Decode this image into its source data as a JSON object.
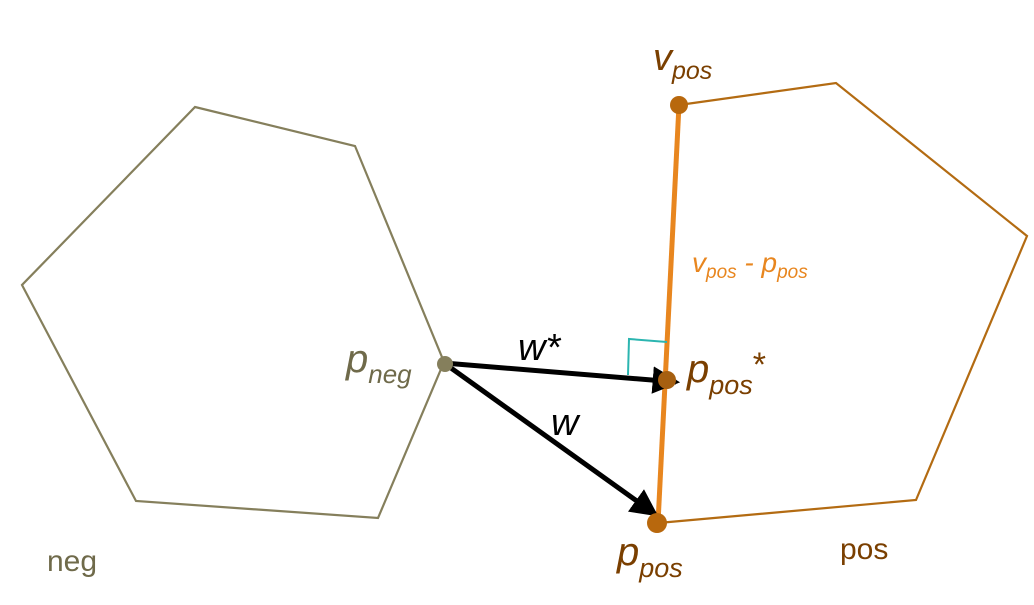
{
  "labels": {
    "v_pos_base": "v",
    "v_pos_sub": "pos",
    "p_neg_base": "p",
    "p_neg_sub": "neg",
    "w_star": "w*",
    "w": "w",
    "p_pos_star_base": "p",
    "p_pos_star_sub": "pos",
    "p_pos_star_mark": "*",
    "p_pos_base": "p",
    "p_pos_sub": "pos",
    "diff_v": "v",
    "diff_v_sub": "pos",
    "diff_minus": " - ",
    "diff_p": "p",
    "diff_p_sub": "pos",
    "neg_region": "neg",
    "pos_region": "pos"
  },
  "colors": {
    "neg": "#857f5c",
    "pos": "#b36b12",
    "segment": "#e8861f",
    "point": "#b8680d",
    "arrow": "#000000",
    "right_angle": "#2bb5b0"
  }
}
